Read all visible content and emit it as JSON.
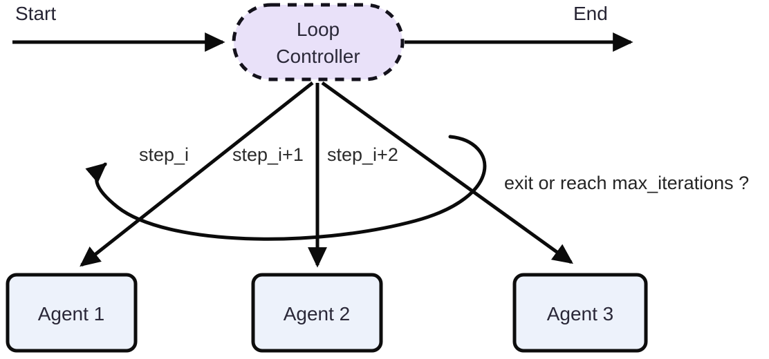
{
  "diagram": {
    "title": "Loop Controller agent orchestration flow",
    "background_color": "#ffffff",
    "colors": {
      "loop_node_fill": "#e9e1f9",
      "loop_node_stroke": "#14121c",
      "agent_node_fill": "#edf2fb",
      "agent_node_stroke": "#0d0d0d",
      "edge_stroke": "#0b0b0b",
      "text_color": "#262433"
    },
    "terminals": {
      "start_label": "Start",
      "end_label": "End"
    },
    "controller": {
      "line1": "Loop",
      "line2": "Controller",
      "shape": "stadium",
      "border_style": "dashed"
    },
    "agents": [
      {
        "label": "Agent 1"
      },
      {
        "label": "Agent 2"
      },
      {
        "label": "Agent 3"
      }
    ],
    "edge_labels": [
      {
        "text": "step_i"
      },
      {
        "text": "step_i+1"
      },
      {
        "text": "step_i+2"
      }
    ],
    "feedback": {
      "label": "exit or reach max_iterations ?"
    }
  }
}
